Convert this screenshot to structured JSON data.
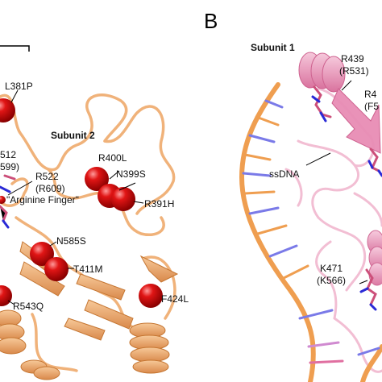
{
  "figure": {
    "panel_b_letter": "B",
    "panel_a": {
      "subunit_label": "Subunit 2",
      "residues": {
        "l381p": "L381P",
        "frag_512": "512",
        "frag_599": "599)",
        "r522": "R522",
        "r609": "(R609)",
        "arginine_finger": "\"Arginine Finger\"",
        "r400l": "R400L",
        "n399s": "N399S",
        "r391h": "R391H",
        "n585s": "N585S",
        "t411m": "T411M",
        "f424l": "F424L",
        "r543q": "R543Q"
      }
    },
    "panel_b": {
      "subunit_label": "Subunit 1",
      "ssdna_label": "ssDNA",
      "residues": {
        "r439": "R439",
        "r531": "(R531)",
        "r4_frag": "R4",
        "f5_frag": "(F5",
        "k471": "K471",
        "k566": "(K566)"
      }
    },
    "colors": {
      "ribbon_orange": "#f0b27a",
      "ribbon_orange_dark": "#d9894b",
      "ribbon_pink": "#f1b7cf",
      "helix_pink": "#e88db5",
      "sphere_red": "#e01515",
      "sticks_blue": "#2a2ad6",
      "sticks_pink": "#cc4f7a",
      "dna_orange": "#ef9e50",
      "dna_blue": "#7a7ae8"
    }
  }
}
